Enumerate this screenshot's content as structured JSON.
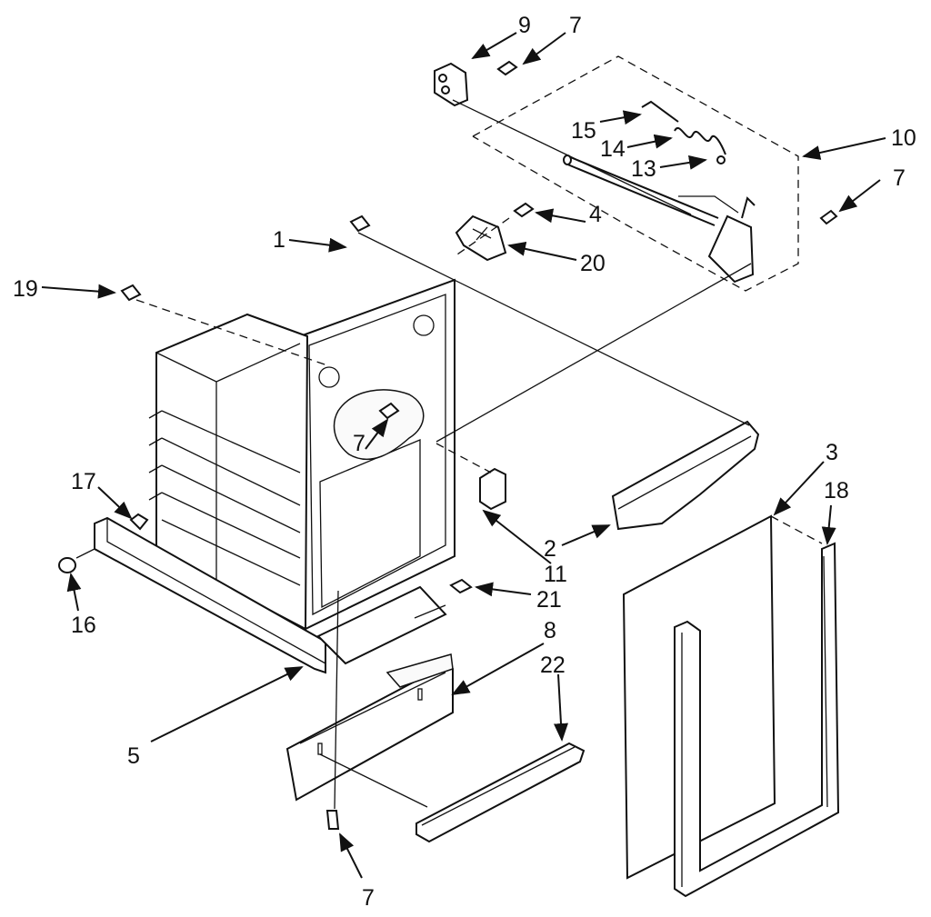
{
  "callouts": [
    {
      "id": "c1",
      "text": "1"
    },
    {
      "id": "c2",
      "text": "2"
    },
    {
      "id": "c3",
      "text": "3"
    },
    {
      "id": "c4",
      "text": "4"
    },
    {
      "id": "c5",
      "text": "5"
    },
    {
      "id": "c7a",
      "text": "7"
    },
    {
      "id": "c7b",
      "text": "7"
    },
    {
      "id": "c7c",
      "text": "7"
    },
    {
      "id": "c7d",
      "text": "7"
    },
    {
      "id": "c8",
      "text": "8"
    },
    {
      "id": "c9",
      "text": "9"
    },
    {
      "id": "c10",
      "text": "10"
    },
    {
      "id": "c11",
      "text": "11"
    },
    {
      "id": "c13",
      "text": "13"
    },
    {
      "id": "c14",
      "text": "14"
    },
    {
      "id": "c15",
      "text": "15"
    },
    {
      "id": "c16",
      "text": "16"
    },
    {
      "id": "c17",
      "text": "17"
    },
    {
      "id": "c18",
      "text": "18"
    },
    {
      "id": "c19",
      "text": "19"
    },
    {
      "id": "c20",
      "text": "20"
    },
    {
      "id": "c21",
      "text": "21"
    },
    {
      "id": "c22",
      "text": "22"
    }
  ]
}
